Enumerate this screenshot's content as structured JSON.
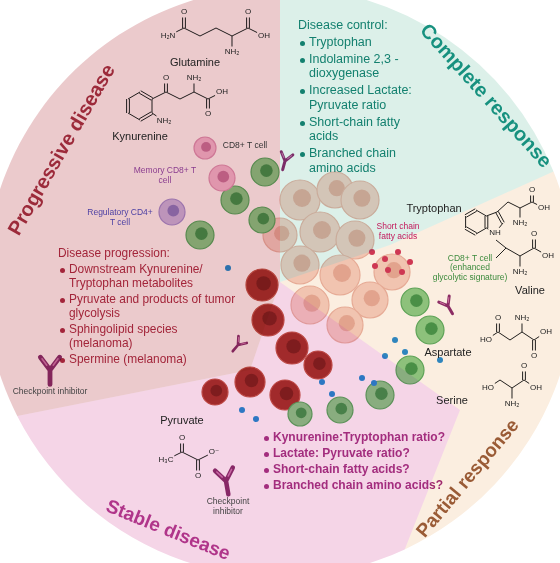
{
  "diagram": {
    "nodes": [
      {
        "text": [
          "Progressive disease",
          "Disease progression:",
          "Downstream Kynurenine/ Tryptophan metabolites",
          "Pyruvate and products of tumor glycolysis",
          "Sphingolipid species (melanoma)",
          "Spermine (melanoma)"
        ]
      },
      {
        "text": [
          "Complete response",
          "Disease control:",
          "Tryptophan",
          "Indolamine 2,3 - dioxygenase",
          "Increased Lactate: Pyruvate ratio",
          "Short-chain fatty acids",
          "Branched chain amino acids"
        ]
      },
      {
        "text": [
          "Partial response"
        ]
      },
      {
        "text": [
          "Stable disease",
          "Kynurenine:Tryptophan ratio?",
          "Lactate: Pyruvate ratio?",
          "Short-chain fatty acids?",
          "Branched chain amino acids?"
        ]
      }
    ],
    "labels": [
      "Glutamine",
      "H₂N",
      "O",
      "NH₂",
      "O",
      "OH",
      "Kynurenine",
      "O",
      "NH₂",
      "OH",
      "NH₂",
      "O",
      "CD8+ T cell",
      "Memory CD8+ T cell",
      "Regulatory CD4+ T cell",
      "Short chain fatty acids",
      "Tryptophan",
      "NH",
      "NH₂",
      "O",
      "OH",
      "CD8+ T cell (enhanced glycolytic signature)",
      "Valine",
      "NH₂",
      "O",
      "OH",
      "Aspartate",
      "O",
      "HO",
      "NH₂",
      "O",
      "OH",
      "Serine",
      "HO",
      "NH₂",
      "O",
      "OH",
      "Checkpoint inhibitor",
      "Pyruvate",
      "H₃C",
      "O",
      "O",
      "O⁻",
      "Checkpoint inhibitor"
    ]
  }
}
